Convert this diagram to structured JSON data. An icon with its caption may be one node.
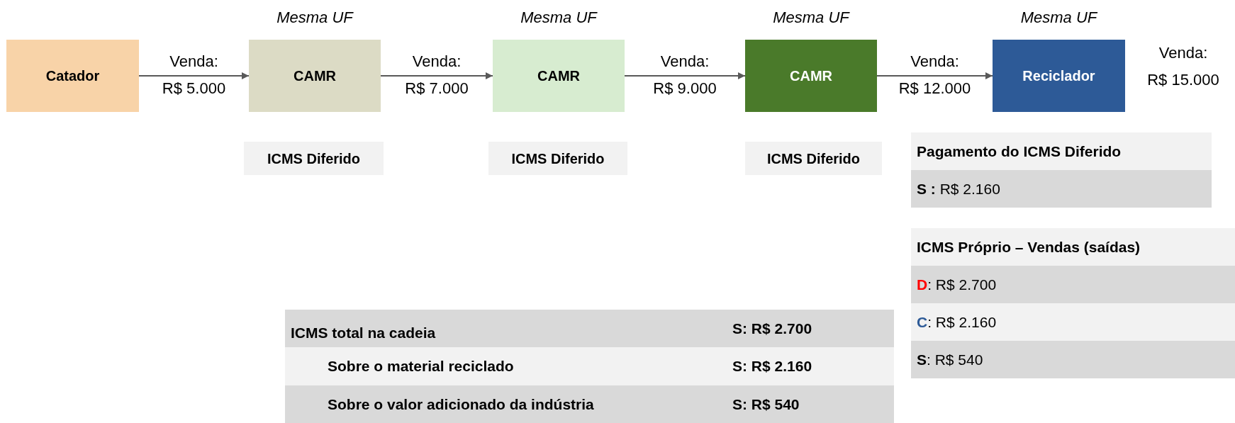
{
  "diagram": {
    "nodes": [
      {
        "text": [
          "Catador"
        ]
      },
      {
        "text": [
          "CAMR"
        ],
        "beside": [
          "Mesma UF"
        ]
      },
      {
        "text": [
          "CAMR"
        ],
        "beside": [
          "Mesma UF"
        ]
      },
      {
        "text": [
          "CAMR"
        ],
        "beside": [
          "Mesma UF"
        ]
      },
      {
        "text": [
          "Reciclador"
        ],
        "beside": [
          "Mesma UF"
        ]
      },
      {
        "text": [
          "ICMS Diferido"
        ]
      },
      {
        "text": [
          "ICMS Diferido"
        ]
      },
      {
        "text": [
          "ICMS Diferido"
        ]
      },
      {
        "text": [
          "Pagamento do ICMS Diferido",
          "**S :** R$ 2.160"
        ]
      },
      {
        "text": [
          "ICMS Próprio – Vendas (saídas)",
          "**D**: R$ 2.700",
          "**C**: R$ 2.160",
          "**S**: R$ 540"
        ]
      },
      {
        "text": [
          "ICMS total na cadeia",
          "S: R$ 2.700",
          "Sobre o material reciclado",
          "S: R$ 2.160",
          "Sobre o valor adicionado da indústria",
          "S: R$ 540"
        ]
      }
    ],
    "edges": [
      {
        "from": 0,
        "to": 1,
        "arrow": "to",
        "label": "Venda: R$ 5.000"
      },
      {
        "from": 1,
        "to": 2,
        "arrow": "to",
        "label": "Venda: R$ 7.000"
      },
      {
        "from": 2,
        "to": 3,
        "arrow": "to",
        "label": "Venda: R$ 9.000"
      },
      {
        "from": 3,
        "to": 4,
        "arrow": "to",
        "label": "Venda: R$ 12.000"
      }
    ],
    "labels": [
      "Venda: R$ 15.000"
    ]
  }
}
